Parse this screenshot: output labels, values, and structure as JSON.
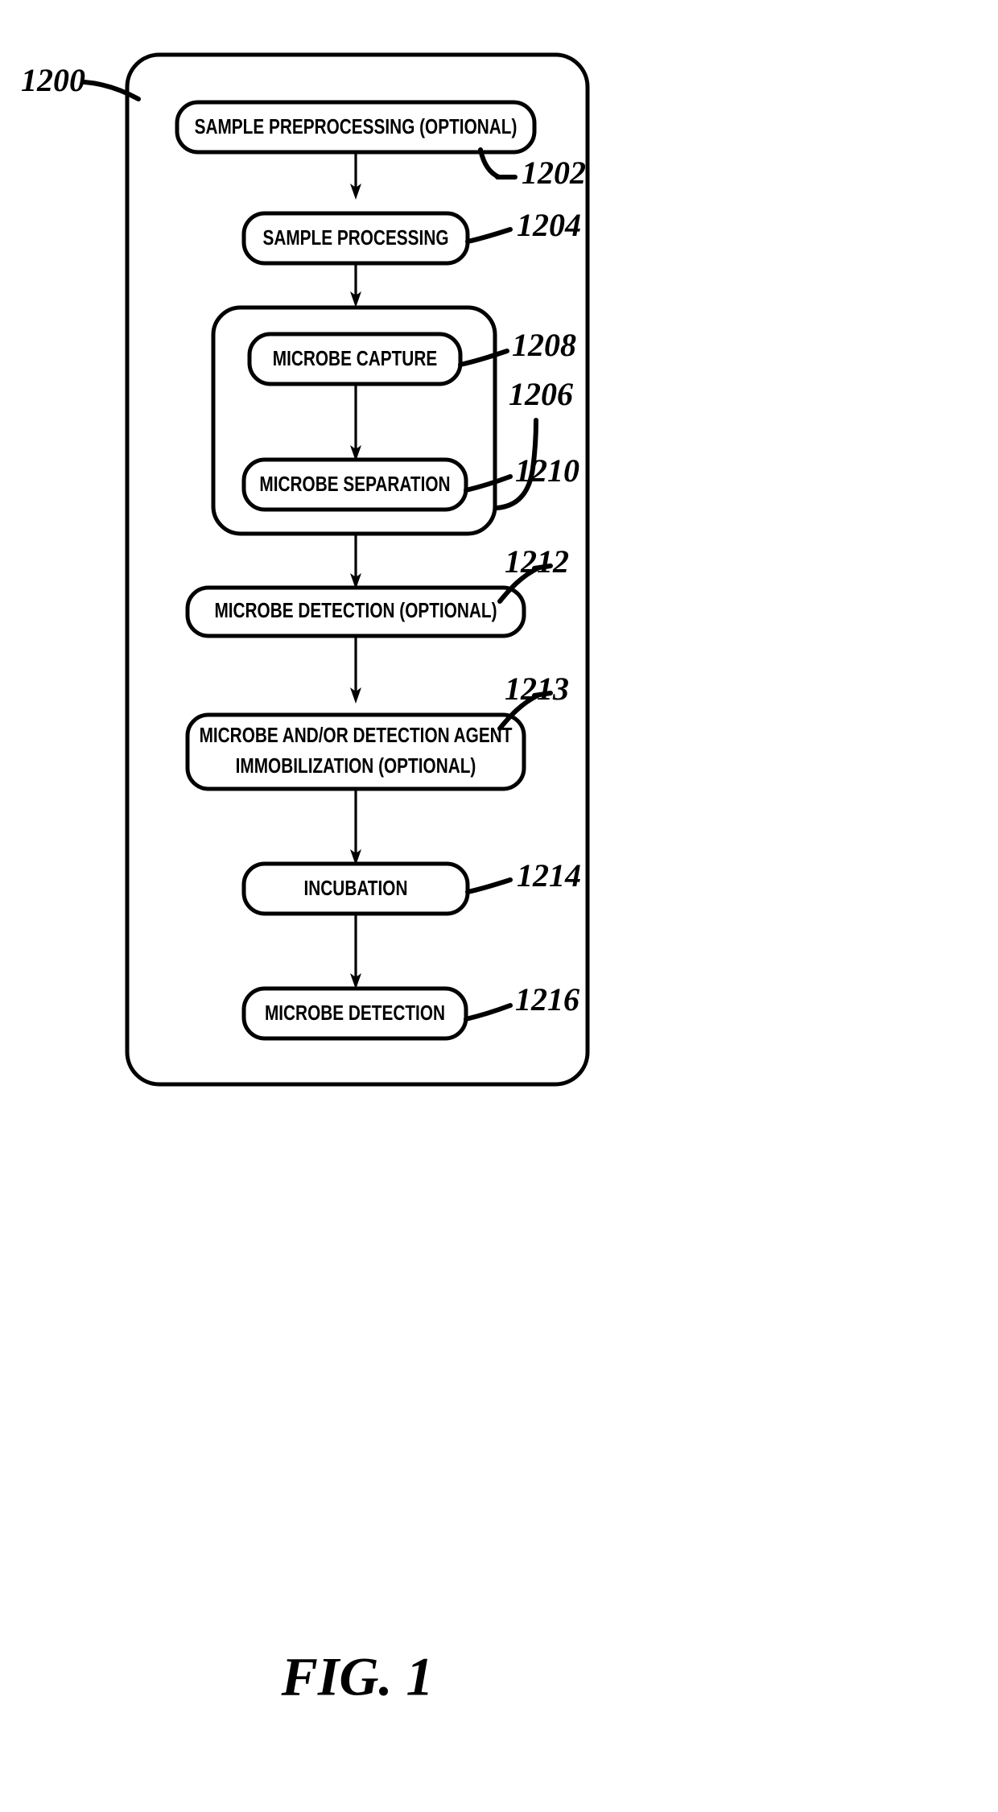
{
  "figure": {
    "caption": "FIG.  1",
    "outer_ref": "1200",
    "accent_color": "#000000",
    "background_color": "#ffffff"
  },
  "nodes": [
    {
      "id": "sample-preprocessing",
      "ref": "1202",
      "lines": [
        "SAMPLE PREPROCESSING (OPTIONAL)"
      ]
    },
    {
      "id": "sample-processing",
      "ref": "1204",
      "lines": [
        "SAMPLE PROCESSING"
      ]
    },
    {
      "id": "microbe-capture",
      "ref": "1208",
      "lines": [
        "MICROBE CAPTURE"
      ]
    },
    {
      "id": "microbe-separation",
      "ref": "1210",
      "lines": [
        "MICROBE SEPARATION"
      ]
    },
    {
      "id": "microbe-detection-optional",
      "ref": "1212",
      "lines": [
        "MICROBE DETECTION (OPTIONAL)"
      ]
    },
    {
      "id": "immobilization-optional",
      "ref": "1213",
      "lines": [
        "MICROBE AND/OR DETECTION AGENT",
        "IMMOBILIZATION (OPTIONAL)"
      ]
    },
    {
      "id": "incubation",
      "ref": "1214",
      "lines": [
        "INCUBATION"
      ]
    },
    {
      "id": "microbe-detection",
      "ref": "1216",
      "lines": [
        "MICROBE DETECTION"
      ]
    }
  ],
  "groups": [
    {
      "id": "capture-separation-group",
      "ref": "1206",
      "contains": [
        "microbe-capture",
        "microbe-separation"
      ]
    }
  ],
  "refnums": {
    "r1200": "1200",
    "r1202": "1202",
    "r1204": "1204",
    "r1206": "1206",
    "r1208": "1208",
    "r1210": "1210",
    "r1212": "1212",
    "r1213": "1213",
    "r1214": "1214",
    "r1216": "1216"
  },
  "node_labels": {
    "sample_preprocessing": "SAMPLE PREPROCESSING (OPTIONAL)",
    "sample_processing": "SAMPLE PROCESSING",
    "microbe_capture": "MICROBE CAPTURE",
    "microbe_separation": "MICROBE SEPARATION",
    "microbe_detection_optional": "MICROBE DETECTION (OPTIONAL)",
    "immobilization_line1": "MICROBE AND/OR DETECTION AGENT",
    "immobilization_line2": "IMMOBILIZATION (OPTIONAL)",
    "incubation": "INCUBATION",
    "microbe_detection": "MICROBE DETECTION"
  }
}
